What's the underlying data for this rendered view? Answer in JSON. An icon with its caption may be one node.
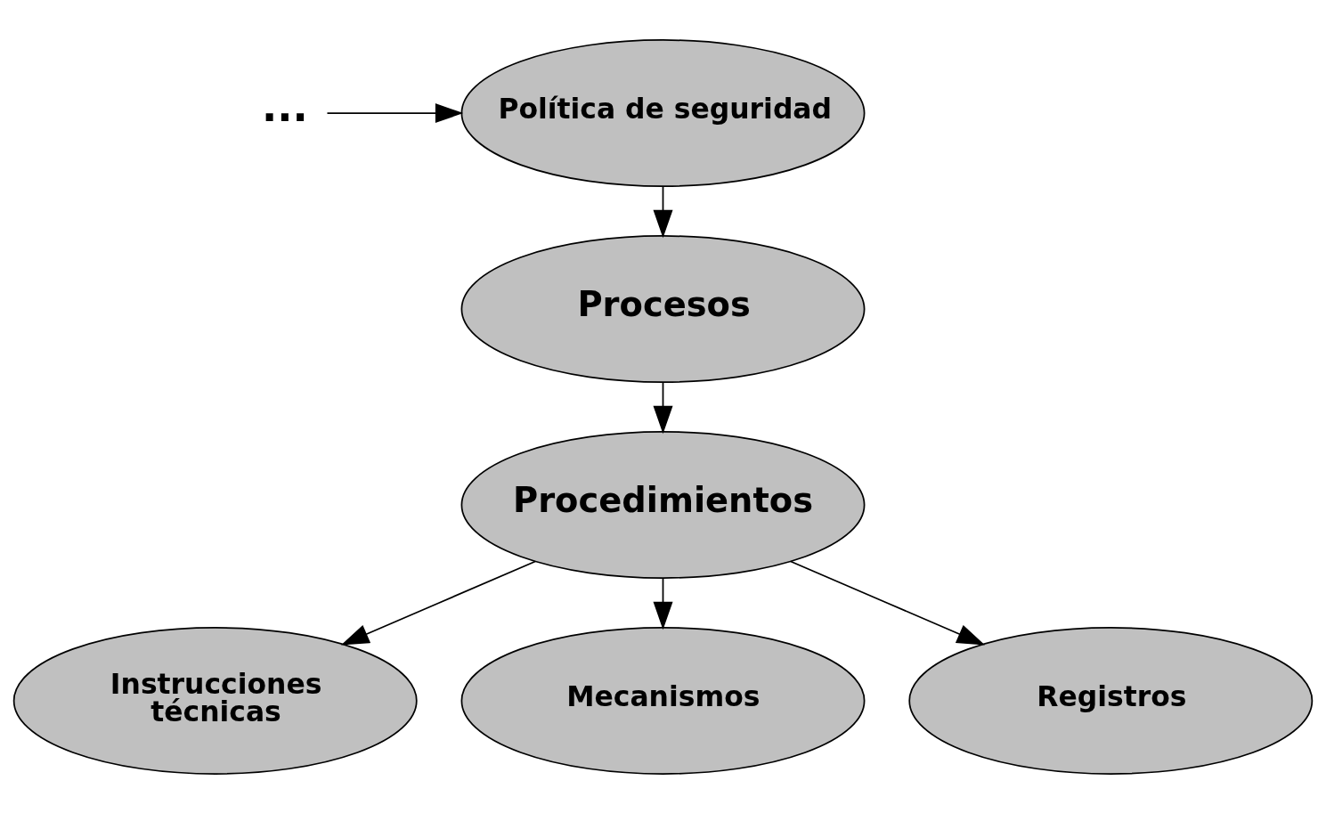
{
  "diagram": {
    "nodes": [
      {
        "text": [
          "..."
        ]
      },
      {
        "text": [
          "Política de seguridad"
        ]
      },
      {
        "text": [
          "Procesos"
        ]
      },
      {
        "text": [
          "Procedimientos"
        ]
      },
      {
        "text": [
          "Instrucciones técnicas"
        ]
      },
      {
        "text": [
          "Mecanismos"
        ]
      },
      {
        "text": [
          "Registros"
        ]
      }
    ],
    "edges": [
      {
        "from": 0,
        "to": 1,
        "arrow": "to"
      },
      {
        "from": 1,
        "to": 2,
        "arrow": "to"
      },
      {
        "from": 2,
        "to": 3,
        "arrow": "to"
      },
      {
        "from": 3,
        "to": 4,
        "arrow": "to"
      },
      {
        "from": 3,
        "to": 5,
        "arrow": "to"
      },
      {
        "from": 3,
        "to": 6,
        "arrow": "to"
      }
    ]
  }
}
